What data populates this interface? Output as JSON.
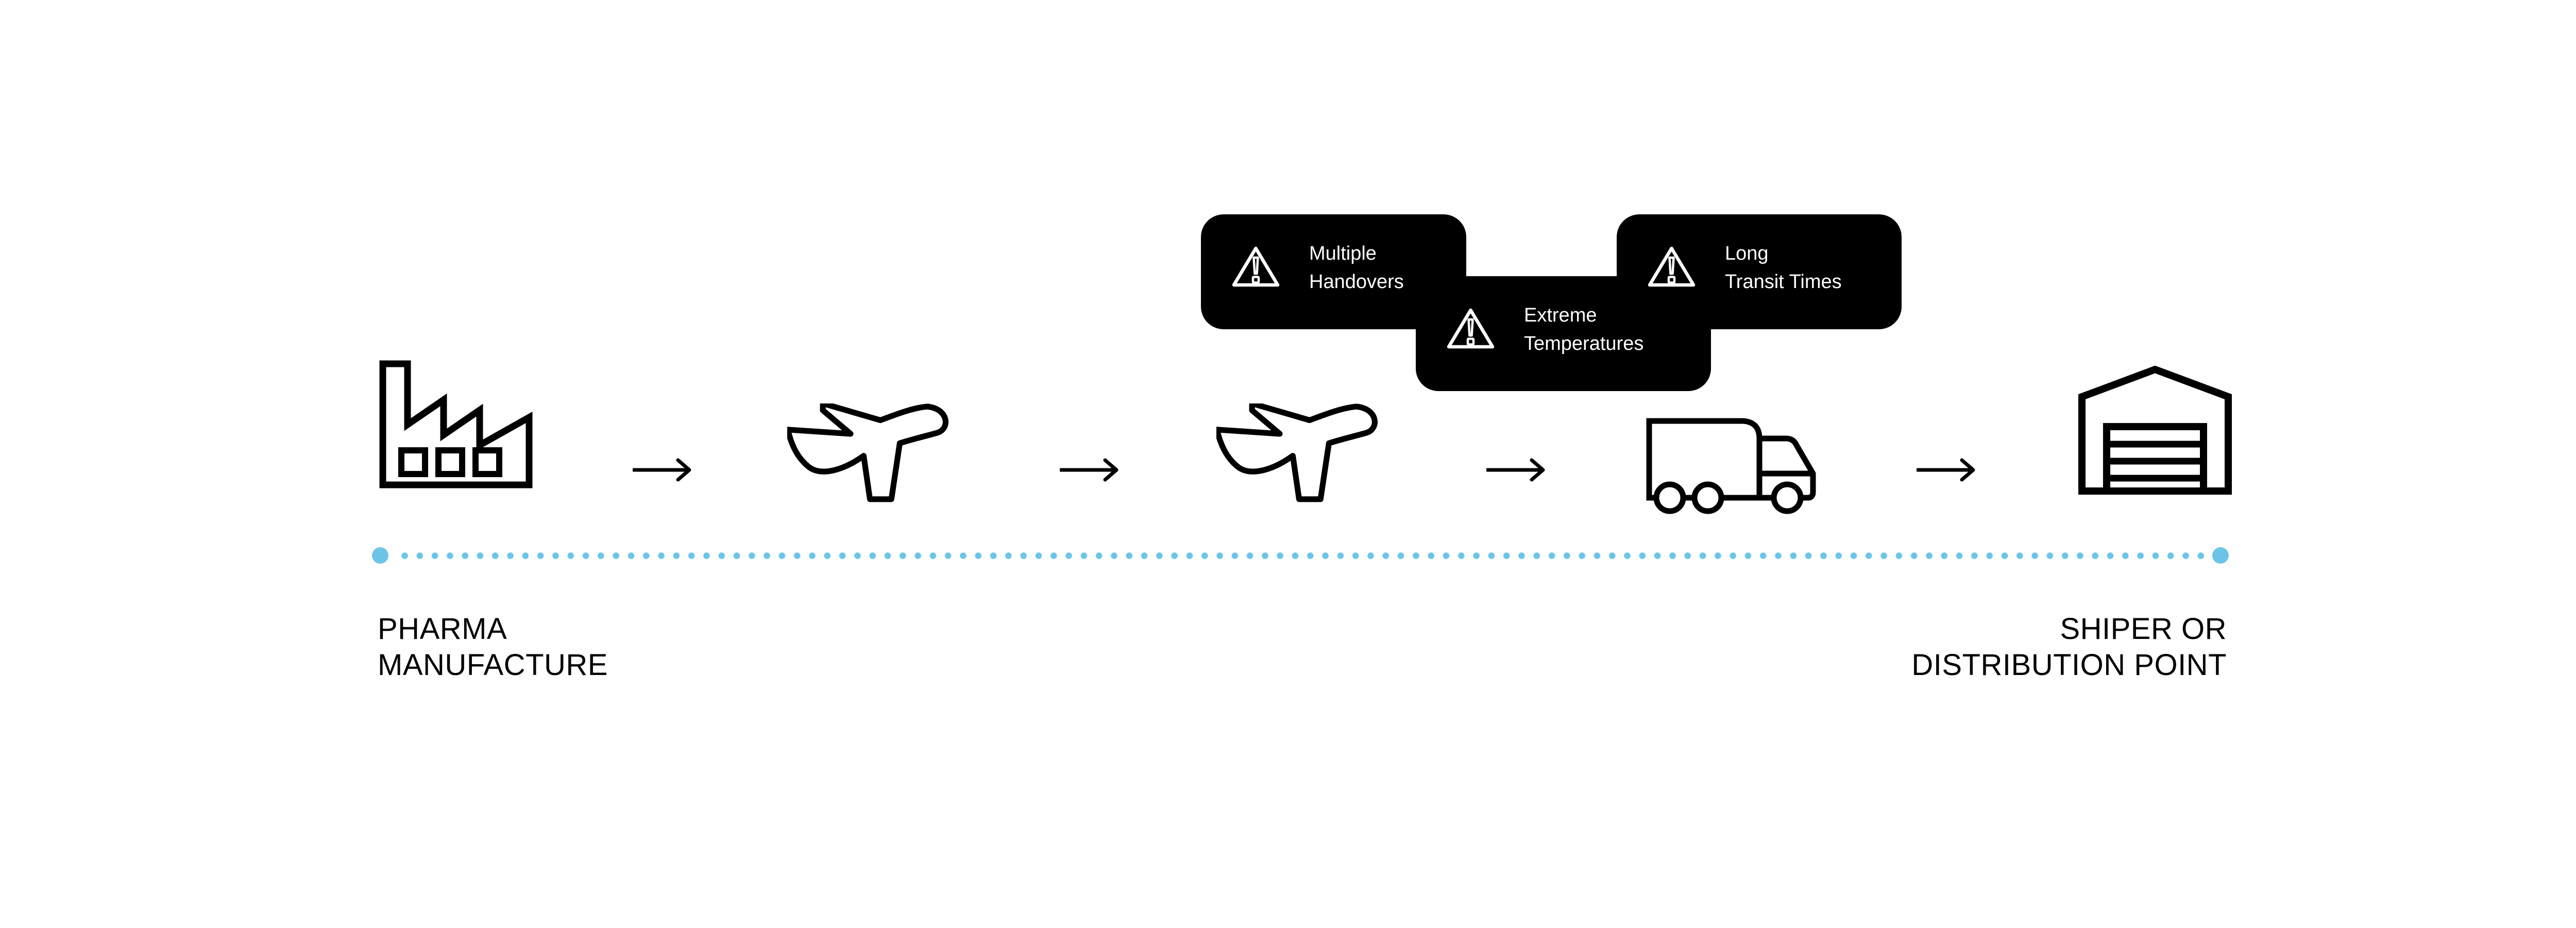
{
  "colors": {
    "accent_red": "#B23F36",
    "accent_red_border": "#8C2F26",
    "dot_blue": "#6CC5E9",
    "icon_black": "#000000",
    "background": "#FFFFFF"
  },
  "flow": {
    "start_label": "PHARMA\nMANUFACTURE",
    "end_label": "SHIPER OR\nDISTRIBUTION POINT",
    "nodes": [
      {
        "id": "factory",
        "icon": "factory-icon"
      },
      {
        "id": "plane-1",
        "icon": "airplane-icon"
      },
      {
        "id": "plane-2",
        "icon": "airplane-icon"
      },
      {
        "id": "truck",
        "icon": "truck-icon"
      },
      {
        "id": "warehouse",
        "icon": "warehouse-icon"
      }
    ]
  },
  "warnings": [
    {
      "label": "Multiple\nHandovers"
    },
    {
      "label": "Extreme\nTemperatures"
    },
    {
      "label": "Long\nTransit Times"
    }
  ]
}
